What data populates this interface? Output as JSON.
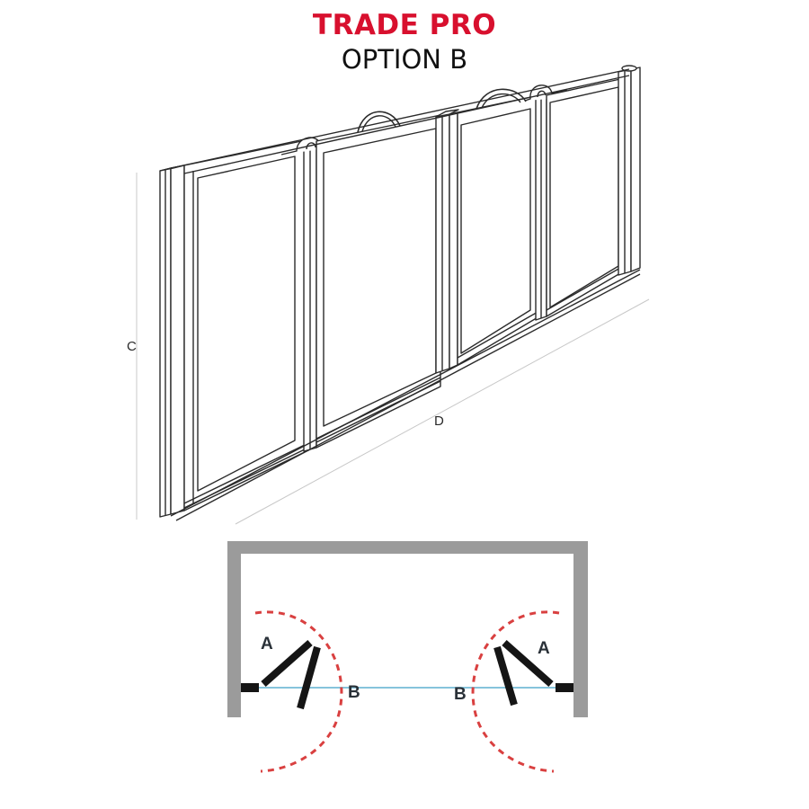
{
  "header": {
    "title": "TRADE PRO",
    "subtitle": "OPTION B"
  },
  "isometric_view": {
    "panel_count": 4,
    "handle_count": 2,
    "dimension_labels": {
      "height": "C",
      "width": "D"
    }
  },
  "plan_view": {
    "labels": {
      "left_swing": "A",
      "right_swing": "A",
      "left_opening": "B",
      "right_opening": "B"
    },
    "colors": {
      "wall": "#9b9b9b",
      "swing_arc": "#d94040",
      "panel": "#151515",
      "closed_line": "#86c4dc"
    }
  },
  "colors": {
    "title": "#d8102e",
    "subtitle": "#111111"
  }
}
